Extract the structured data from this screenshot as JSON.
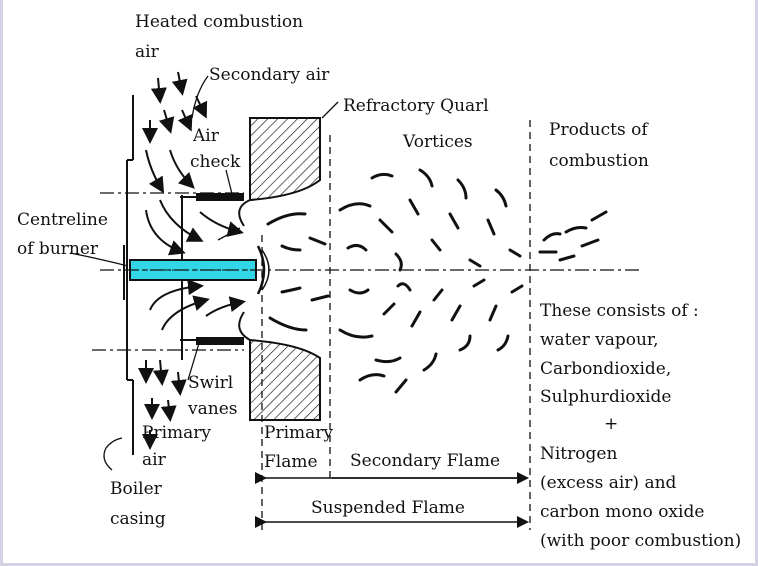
{
  "labels": {
    "heated_air_1": "Heated combustion",
    "heated_air_2": "air",
    "secondary_air": "Secondary air",
    "refractory_quarl": "Refractory Quarl",
    "vortices": "Vortices",
    "products_1": "Products of",
    "products_2": "combustion",
    "air_check_1": "Air",
    "air_check_2": "check",
    "centreline_1": "Centreline",
    "centreline_2": "of burner",
    "consists_1": "These consists of :",
    "consists_2": "water vapour,",
    "consists_3": "Carbondioxide,",
    "consists_4": "Sulphurdioxide",
    "consists_plus": "+",
    "consists_5": "Nitrogen",
    "consists_6": "(excess air) and",
    "consists_7": "carbon mono oxide",
    "consists_8": "(with poor combustion)",
    "swirl_1": "Swirl",
    "swirl_2": "vanes",
    "primary_air_1": "Primary",
    "primary_air_2": "air",
    "primary_flame_1": "Primary",
    "primary_flame_2": "Flame",
    "secondary_flame": "Secondary Flame",
    "boiler_1": "Boiler",
    "boiler_2": "casing",
    "suspended_flame": "Suspended Flame"
  },
  "colors": {
    "ink": "#111111",
    "fuel_nozzle": "#33d6e6",
    "border": "#d6d2e3"
  }
}
